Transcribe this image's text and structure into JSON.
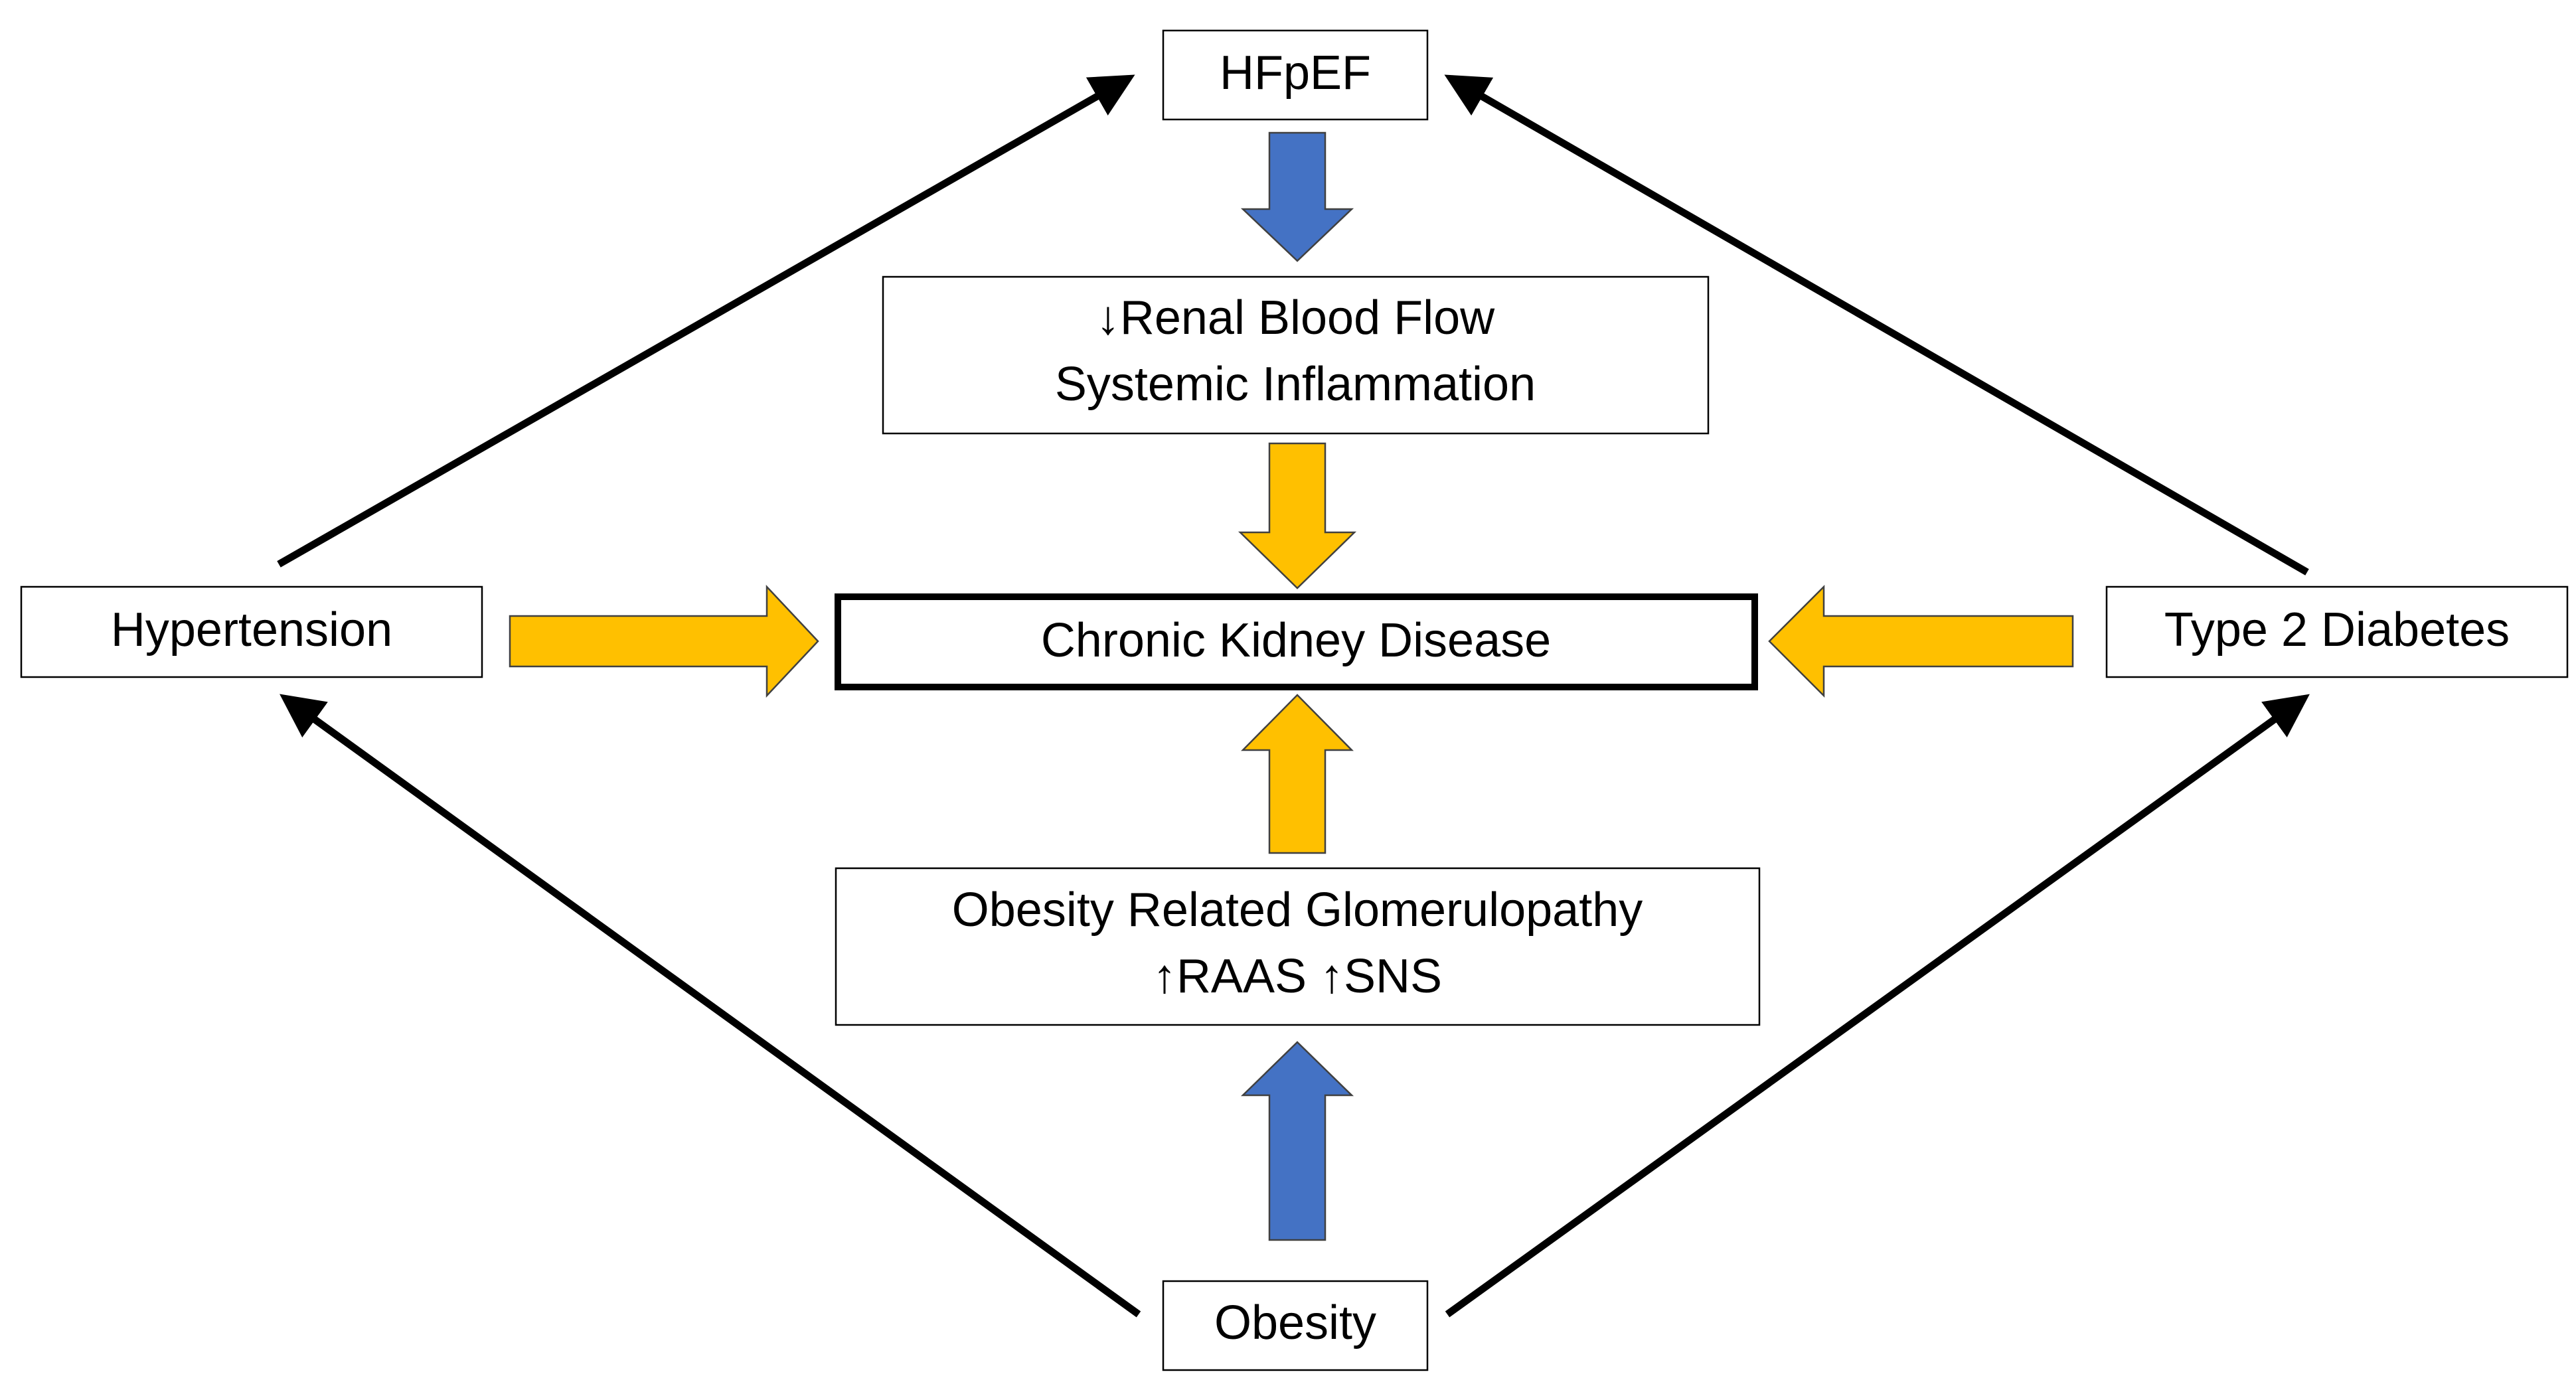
{
  "nodes": {
    "hfpef": "HFpEF",
    "renal_line1": "↓Renal Blood Flow",
    "renal_line2": "Systemic Inflammation",
    "ckd": "Chronic Kidney Disease",
    "hypertension": "Hypertension",
    "diabetes": "Type 2 Diabetes",
    "glomerulopathy_line1": "Obesity Related Glomerulopathy",
    "glomerulopathy_line2": "↑RAAS ↑SNS",
    "obesity": "Obesity"
  },
  "colors": {
    "blue_arrow": "#4472C4",
    "yellow_arrow": "#FFC000",
    "line": "#000000",
    "box_border": "#000000"
  }
}
